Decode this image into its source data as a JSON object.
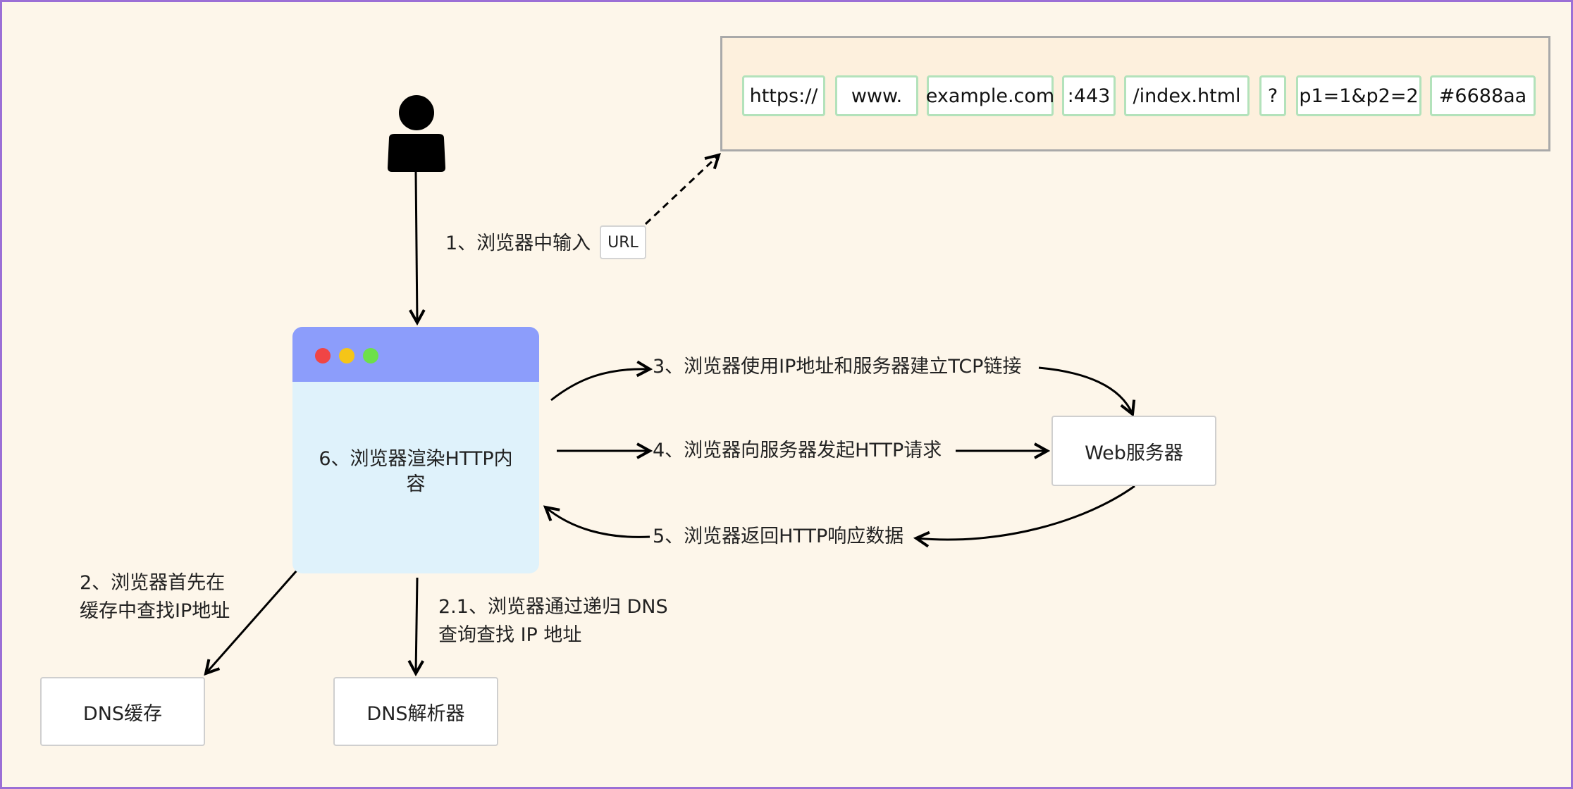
{
  "url_parts": [
    "https://",
    "www.",
    "example.com",
    ":443",
    "/index.html",
    "?",
    "p1=1&p2=2",
    "#6688aa"
  ],
  "step1": {
    "text": "1、浏览器中输入",
    "chip": "URL"
  },
  "step2": {
    "line1": "2、浏览器首先在",
    "line2": "缓存中查找IP地址"
  },
  "step2_1": {
    "line1": "2.1、浏览器通过递归 DNS",
    "line2": "查询查找 IP 地址"
  },
  "step3": "3、浏览器使用IP地址和服务器建立TCP链接",
  "step4": "4、浏览器向服务器发起HTTP请求",
  "step5": "5、浏览器返回HTTP响应数据",
  "browser": {
    "line1": "6、浏览器渲染HTTP内",
    "line2": "容",
    "dots": [
      "#f04545",
      "#f5c518",
      "#6de04a"
    ],
    "bar_color": "#8c9dfb",
    "body_color": "#dff2fb"
  },
  "boxes": {
    "web_server": "Web服务器",
    "dns_cache": "DNS缓存",
    "dns_resolver": "DNS解析器"
  },
  "icons": {
    "user": "person-icon"
  }
}
